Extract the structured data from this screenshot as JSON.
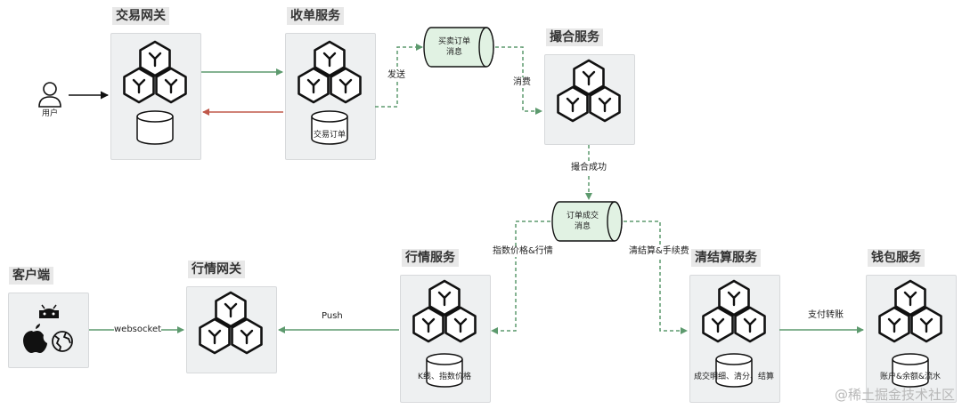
{
  "titles": {
    "gateway": "交易网关",
    "order": "收单服务",
    "match": "撮合服务",
    "client": "客户端",
    "quote_gw": "行情网关",
    "quote": "行情服务",
    "clearing": "清结算服务",
    "wallet": "钱包服务"
  },
  "user_label": "用户",
  "db_labels": {
    "order": "交易订单",
    "quote": "K线、指数价格",
    "clearing": "成交明细、清分、结算",
    "wallet": "账户&余额&流水"
  },
  "queues": {
    "trade_line1": "买卖订单",
    "trade_line2": "消息",
    "deal_line1": "订单成交",
    "deal_line2": "消息"
  },
  "edge_labels": {
    "send": "发送",
    "consume": "消费",
    "match_success": "撮合成功",
    "index_price": "指数价格&行情",
    "clearing_fee": "清结算&手续费",
    "push": "Push",
    "websocket": "websocket",
    "pay_transfer": "支付转账"
  },
  "watermark": "@稀土掘金技术社区",
  "colors": {
    "accent_green": "#5d9a6e",
    "reject_red": "#c0584a",
    "queue_fill": "#e1f2e3",
    "box_fill": "#eef0f1"
  }
}
